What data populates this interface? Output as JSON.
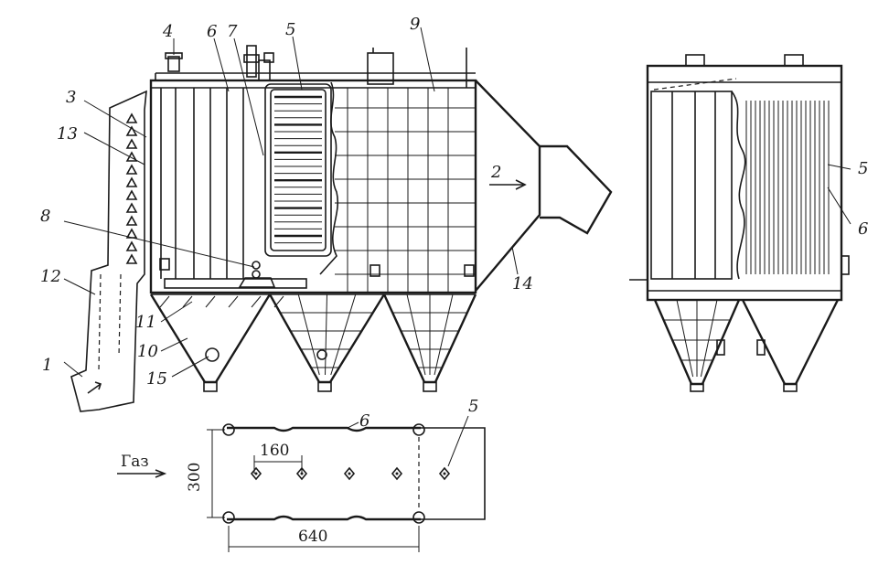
{
  "callouts": {
    "c1": "1",
    "c2": "2",
    "c3": "3",
    "c4": "4",
    "c5": "5",
    "c6": "6",
    "c7": "7",
    "c8": "8",
    "c9": "9",
    "c10": "10",
    "c11": "11",
    "c12": "12",
    "c13": "13",
    "c14": "14",
    "c15": "15",
    "side5": "5",
    "side6": "6",
    "detail6": "6",
    "detail5": "5"
  },
  "dimensions": {
    "pitch": "160",
    "height": "300",
    "length": "640"
  },
  "gas_label": "Газ",
  "colors": {
    "ink": "#1a1a1a",
    "paper": "#ffffff"
  }
}
